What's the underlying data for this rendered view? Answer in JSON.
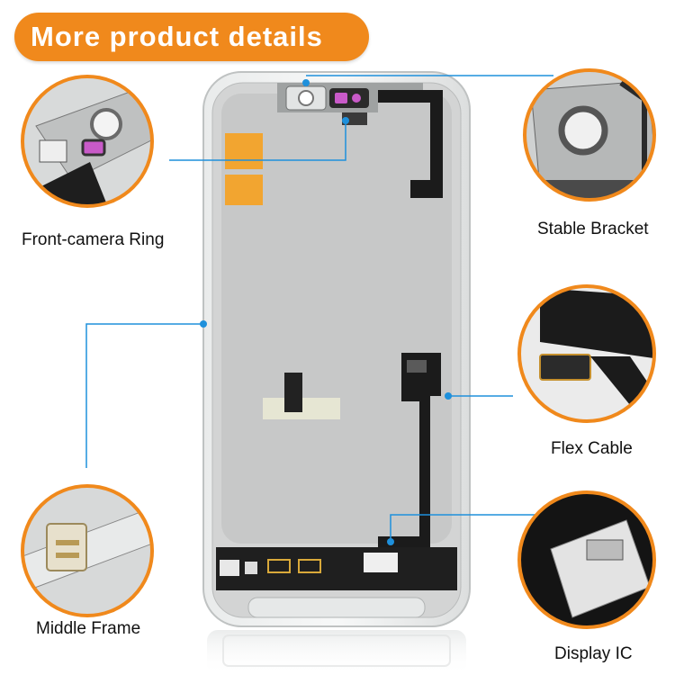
{
  "banner": {
    "title": "More product details"
  },
  "callouts": {
    "front_camera_ring": "Front-camera Ring",
    "stable_bracket": "Stable Bracket",
    "flex_cable": "Flex Cable",
    "middle_frame": "Middle Frame",
    "display_ic": "Display IC"
  },
  "colors": {
    "accent_orange": "#f0891c",
    "leader_blue": "#1e90dc",
    "frame_silver": "#d6d8d8",
    "panel_gray": "#c9c9c9",
    "flex_black": "#1b1b1b",
    "adhesive_orange": "#f2a530"
  },
  "icons": [
    "pointer-dot-icon"
  ]
}
